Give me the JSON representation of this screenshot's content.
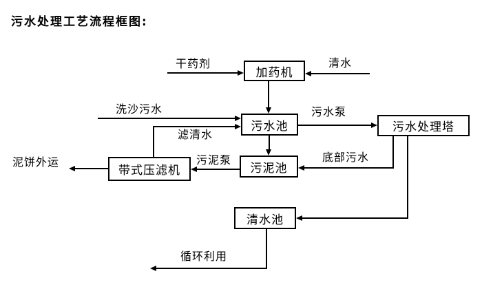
{
  "title": "污水处理工艺流程框图:",
  "nodes": {
    "dosing_machine": {
      "label": "加药机"
    },
    "sewage_pool": {
      "label": "污水池"
    },
    "treatment_tower": {
      "label": "污水处理塔"
    },
    "belt_filter_press": {
      "label": "带式压滤机"
    },
    "sludge_pool": {
      "label": "污泥池"
    },
    "clean_water_pool": {
      "label": "清水池"
    }
  },
  "edge_labels": {
    "dry_chemical": "干药剂",
    "clean_water_in": "清水",
    "sand_washing_sewage": "洗沙污水",
    "filtered_water": "滤清水",
    "sewage_pump": "污水泵",
    "sludge_pump": "污泥泵",
    "bottom_sewage": "底部污水",
    "mud_cake_out": "泥饼外运",
    "recycle_use": "循环利用"
  },
  "edges": [
    {
      "from": "干药剂",
      "to": "加药机",
      "label": "干药剂"
    },
    {
      "from": "清水",
      "to": "加药机",
      "label": "清水"
    },
    {
      "from": "加药机",
      "to": "污水池",
      "label": ""
    },
    {
      "from": "洗沙污水",
      "to": "污水池",
      "label": "洗沙污水"
    },
    {
      "from": "带式压滤机",
      "to": "污水池",
      "label": "滤清水"
    },
    {
      "from": "污水池",
      "to": "污水处理塔",
      "label": "污水泵"
    },
    {
      "from": "污水池",
      "to": "污泥池",
      "label": ""
    },
    {
      "from": "污水处理塔",
      "to": "污泥池",
      "label": "底部污水"
    },
    {
      "from": "污泥池",
      "to": "带式压滤机",
      "label": "污泥泵"
    },
    {
      "from": "带式压滤机",
      "to": "泥饼外运",
      "label": "泥饼外运"
    },
    {
      "from": "污水处理塔",
      "to": "清水池",
      "label": ""
    },
    {
      "from": "清水池",
      "to": "循环利用",
      "label": "循环利用"
    }
  ],
  "colors": {
    "line": "#000000",
    "text": "#000000",
    "background": "#ffffff"
  }
}
